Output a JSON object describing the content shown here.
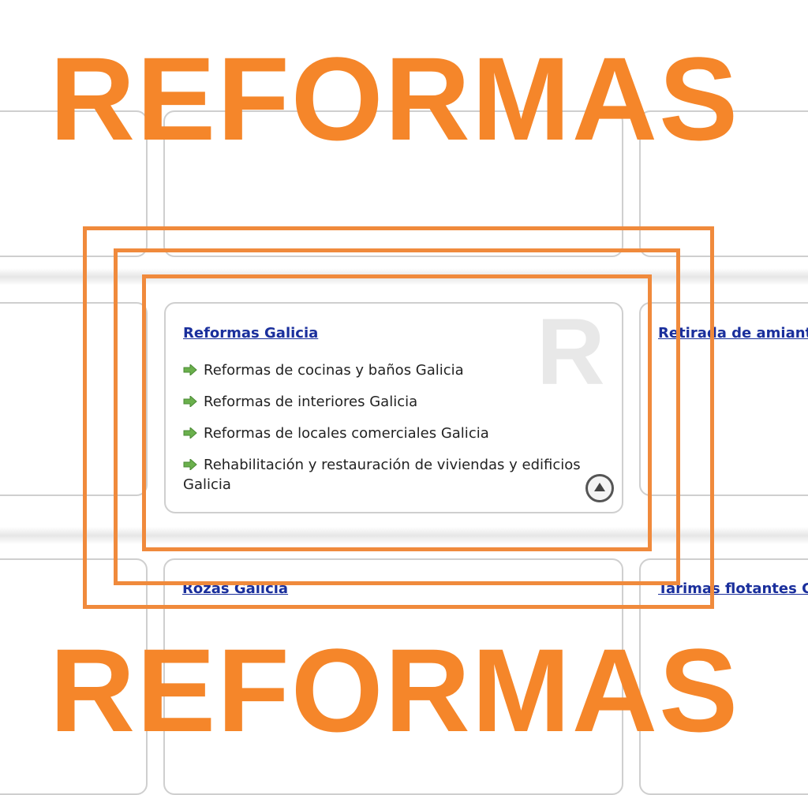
{
  "overlay": {
    "headline_top": "REFORMAS",
    "headline_bottom": "REFORMAS",
    "accent_color": "#f5862a"
  },
  "main_card": {
    "title": "Reformas Galicia",
    "watermark_letter": "R",
    "items": [
      {
        "label": "Reformas de cocinas y baños Galicia",
        "icon": "green-arrow-icon"
      },
      {
        "label": "Reformas de interiores Galicia",
        "icon": "green-arrow-icon"
      },
      {
        "label": "Reformas de locales comerciales Galicia",
        "icon": "green-arrow-icon"
      },
      {
        "label": "Rehabilitación y restauración de viviendas y edificios Galicia",
        "icon": "green-arrow-icon"
      }
    ],
    "back_to_top_icon": "up-triangle-circle-icon"
  },
  "neighbor_cards": {
    "right_title": "Retirada de amiant",
    "bottom_title": "Rozas Galicia",
    "bottom_right_title": "Tarimas flotantes G"
  },
  "colors": {
    "link": "#1a2f9c",
    "arrow": "#6ab04c"
  }
}
